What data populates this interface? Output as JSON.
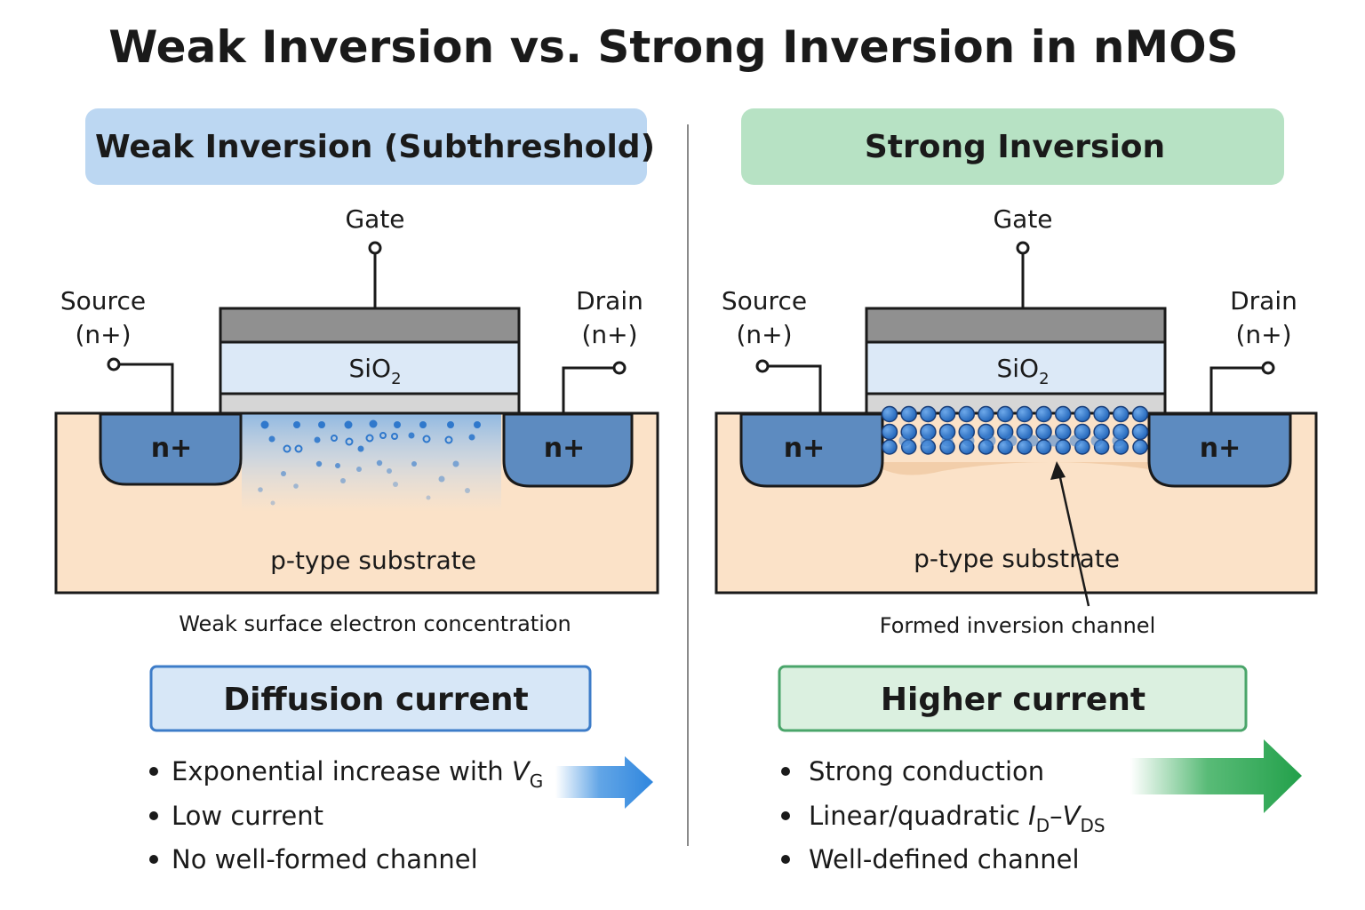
{
  "title": "Weak Inversion vs. Strong Inversion in nMOS",
  "colors": {
    "weak_accent": "#3d7cc8",
    "weak_header_fill": "#bcd7f2",
    "strong_accent": "#4aa56a",
    "strong_header_fill": "#b7e2c4",
    "substrate": "#fbe2c8",
    "nplus": "#5d8bc0",
    "gate_metal": "#909090",
    "oxide": "#dce9f7",
    "electron": "#2f78cc"
  },
  "weak": {
    "header": "Weak Inversion (Subthreshold)",
    "gate": "Gate",
    "source_line1": "Source",
    "source_line2": "(n+)",
    "drain_line1": "Drain",
    "drain_line2": "(n+)",
    "oxide_base": "SiO",
    "oxide_sub": "2",
    "nplus_left": "n+",
    "nplus_right": "n+",
    "substrate": "p-type substrate",
    "caption": "Weak surface electron concentration",
    "current_box": "Diffusion current",
    "bullet1_text": "Exponential increase with ",
    "bullet1_var": "V",
    "bullet1_sub": "G",
    "bullet2": "Low current",
    "bullet3": "No well-formed channel",
    "bullet_icon": "bullet-dot",
    "arrow_icon": "arrow-right-icon"
  },
  "strong": {
    "header": "Strong Inversion",
    "gate": "Gate",
    "source_line1": "Source",
    "source_line2": "(n+)",
    "drain_line1": "Drain",
    "drain_line2": "(n+)",
    "oxide_base": "SiO",
    "oxide_sub": "2",
    "nplus_left": "n+",
    "nplus_right": "n+",
    "substrate": "p-type substrate",
    "caption": "Formed inversion channel",
    "current_box": "Higher current",
    "bullet1": "Strong conduction",
    "bullet2_text": "Linear/quadratic ",
    "bullet2_var1": "I",
    "bullet2_sub1": "D",
    "bullet2_dash": "–",
    "bullet2_var2": "V",
    "bullet2_sub2": "DS",
    "bullet3": "Well-defined channel",
    "bullet_icon": "bullet-dot",
    "arrow_icon": "arrow-right-icon"
  }
}
